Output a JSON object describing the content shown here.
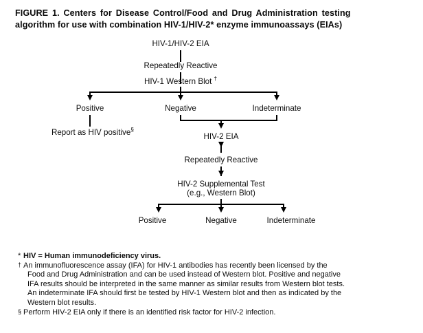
{
  "figure": {
    "title_line_1": "FIGURE 1. Centers for Disease Control/Food and Drug Administration testing",
    "title_line_2": "algorithm for use with combination HIV-1/HIV-2* enzyme immunoassays (EIAs)"
  },
  "flow": {
    "n1_hiv12_eia": "HIV-1/HIV-2 EIA",
    "n2_repeatedly_reactive": "Repeatedly Reactive",
    "n3_hiv1_western_blot": "HIV-1 Western Blot",
    "n3_marker": "†",
    "n4_positive": "Positive",
    "n5_negative": "Negative",
    "n6_indeterminate": "Indeterminate",
    "n7_report_as_hiv_positive": "Report as HIV positive",
    "n7_marker": "§",
    "n8_hiv2_eia": "HIV-2 EIA",
    "n9_repeatedly_reactive": "Repeatedly Reactive",
    "n10_supplemental_line_1": "HIV-2 Supplemental Test",
    "n10_supplemental_line_2": "(e.g., Western Blot)",
    "n11_positive": "Positive",
    "n12_negative": "Negative",
    "n13_indeterminate": "Indeterminate"
  },
  "footnotes": {
    "star_marker": "*",
    "star_text": "HIV = Human immunodeficiency virus.",
    "dagger_marker": "†",
    "dagger_line_1": "An immunofluorescence assay (IFA) for HIV-1 antibodies has recently been licensed by the",
    "dagger_line_2": "Food and Drug Administration and can be used instead of Western blot. Positive and negative",
    "dagger_line_3": "IFA results should be interpreted in the same manner as similar results from Western blot tests.",
    "dagger_line_4": "An indeterminate IFA should first be tested by HIV-1 Western blot and then as indicated by the",
    "dagger_line_5": "Western blot results.",
    "section_marker": "§",
    "section_text": "Perform HIV-2 EIA only if there is an identified risk factor for HIV-2 infection."
  },
  "colors": {
    "ink": "#0d0d0d",
    "line": "#000000",
    "background": "#ffffff"
  }
}
